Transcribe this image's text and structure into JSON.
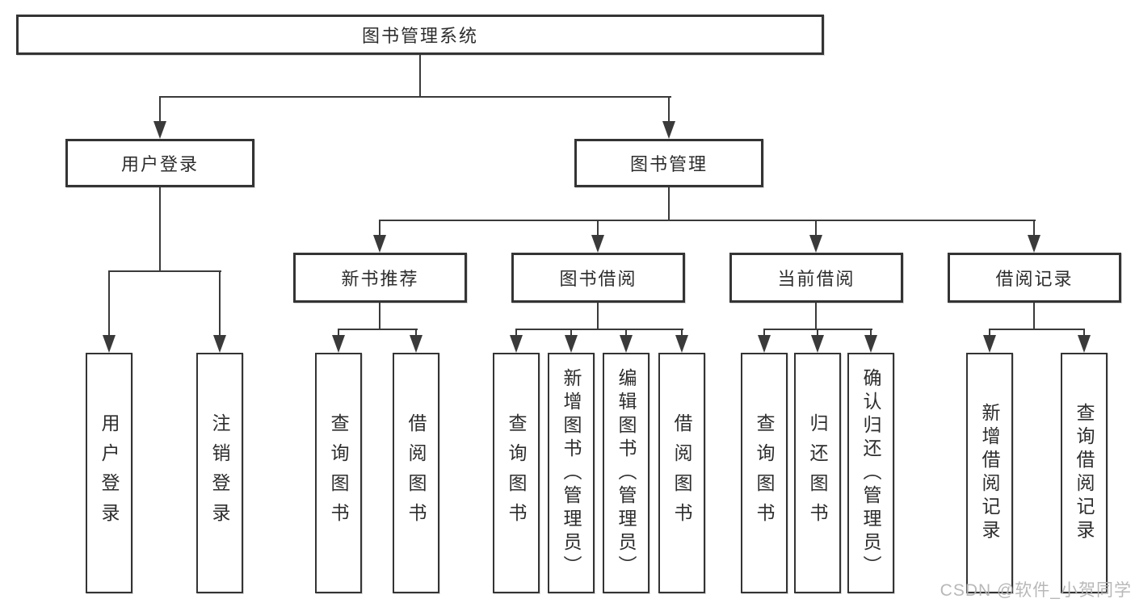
{
  "diagram": {
    "root": {
      "label": "图书管理系统"
    },
    "level2": [
      {
        "label": "用户登录"
      },
      {
        "label": "图书管理"
      }
    ],
    "level3": [
      {
        "label": "新书推荐"
      },
      {
        "label": "图书借阅"
      },
      {
        "label": "当前借阅"
      },
      {
        "label": "借阅记录"
      }
    ],
    "leaves": {
      "user_login": [
        "用户登录",
        "注销登录"
      ],
      "new_book": [
        "查询图书",
        "借阅图书"
      ],
      "book_borrow": [
        "查询图书",
        "新增图书（管理员）",
        "编辑图书（管理员）",
        "借阅图书"
      ],
      "current_borrow": [
        "查询图书",
        "归还图书",
        "确认归还（管理员）"
      ],
      "borrow_records": [
        "新增借阅记录",
        "查询借阅记录"
      ]
    }
  },
  "watermark": {
    "text": "CSDN @软件_小贺同学"
  },
  "colors": {
    "line": "#3a3a3a",
    "border": "#343434",
    "text": "#2d2d2d",
    "watermark": "#b2b2b2",
    "background": "#ffffff"
  }
}
